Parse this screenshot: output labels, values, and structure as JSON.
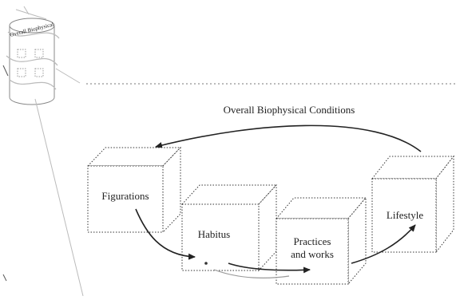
{
  "figure": {
    "title": "Overall Biophysical Conditions",
    "cylinder_label": "Overall Biophysical",
    "boxes": [
      {
        "id": "figurations",
        "label_lines": [
          "Figurations"
        ]
      },
      {
        "id": "habitus",
        "label_lines": [
          "Habitus"
        ]
      },
      {
        "id": "practices",
        "label_lines": [
          "Practices",
          "and works"
        ]
      },
      {
        "id": "lifestyle",
        "label_lines": [
          "Lifestyle"
        ]
      }
    ]
  },
  "colors": {
    "ink": "#222222",
    "faint": "#9a9a9a"
  }
}
